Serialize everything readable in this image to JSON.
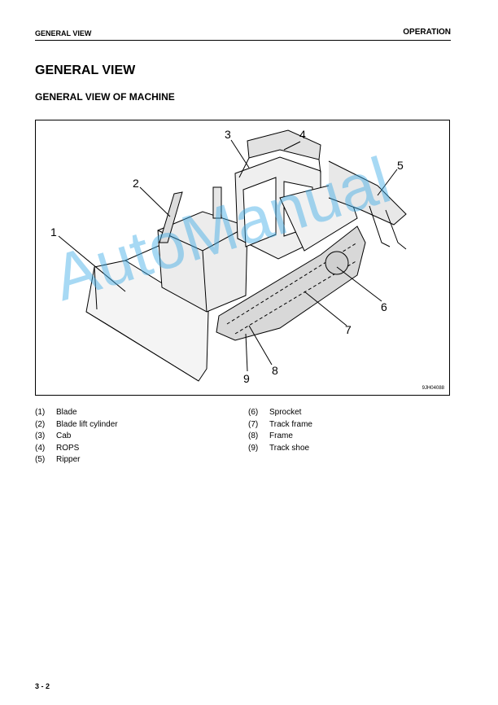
{
  "header": {
    "section": "GENERAL VIEW",
    "chapter": "OPERATION"
  },
  "title": "GENERAL VIEW",
  "subtitle": "GENERAL VIEW OF MACHINE",
  "figure": {
    "code": "9JH04088",
    "callouts": [
      "1",
      "2",
      "3",
      "4",
      "5",
      "6",
      "7",
      "8",
      "9"
    ]
  },
  "legend": {
    "left": [
      {
        "num": "(1)",
        "label": "Blade"
      },
      {
        "num": "(2)",
        "label": "Blade lift cylinder"
      },
      {
        "num": "(3)",
        "label": "Cab"
      },
      {
        "num": "(4)",
        "label": "ROPS"
      },
      {
        "num": "(5)",
        "label": "Ripper"
      }
    ],
    "right": [
      {
        "num": "(6)",
        "label": "Sprocket"
      },
      {
        "num": "(7)",
        "label": "Track frame"
      },
      {
        "num": "(8)",
        "label": "Frame"
      },
      {
        "num": "(9)",
        "label": "Track shoe"
      }
    ]
  },
  "watermark": "AutoManual",
  "page_number": "3 - 2"
}
